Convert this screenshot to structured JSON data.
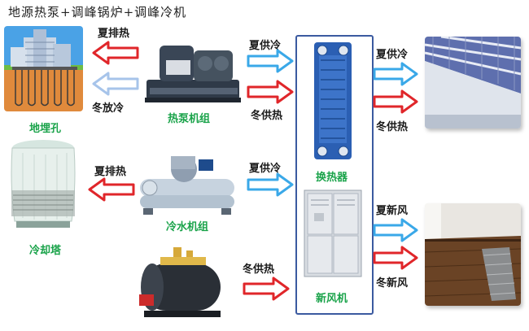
{
  "title": "地源热泵+调峰锅炉+调峰冷机",
  "labels": {
    "summer_exhaust_heat_1": "夏排热",
    "winter_release_cold": "冬放冷",
    "summer_supply_cold_1": "夏供冷",
    "winter_supply_heat_1": "冬供热",
    "summer_supply_cold_out": "夏供冷",
    "winter_supply_heat_out": "冬供热",
    "summer_exhaust_heat_2": "夏排热",
    "summer_supply_cold_2": "夏供冷",
    "winter_supply_heat_boiler": "冬供热",
    "summer_fresh_air": "夏新风",
    "winter_fresh_air": "冬新风"
  },
  "equipment": {
    "borehole": "地埋孔",
    "heat_pump": "热泵机组",
    "cooling_tower": "冷却塔",
    "chiller": "冷水机组",
    "heat_exchanger": "换热器",
    "fresh_air_unit": "新风机"
  },
  "colors": {
    "hot_arrow": "#e0262a",
    "cold_arrow": "#3aa8e8",
    "light_cold_arrow": "#a7c4ea",
    "frame": "#3b5aa0",
    "equipment_label": "#1aa34a"
  }
}
